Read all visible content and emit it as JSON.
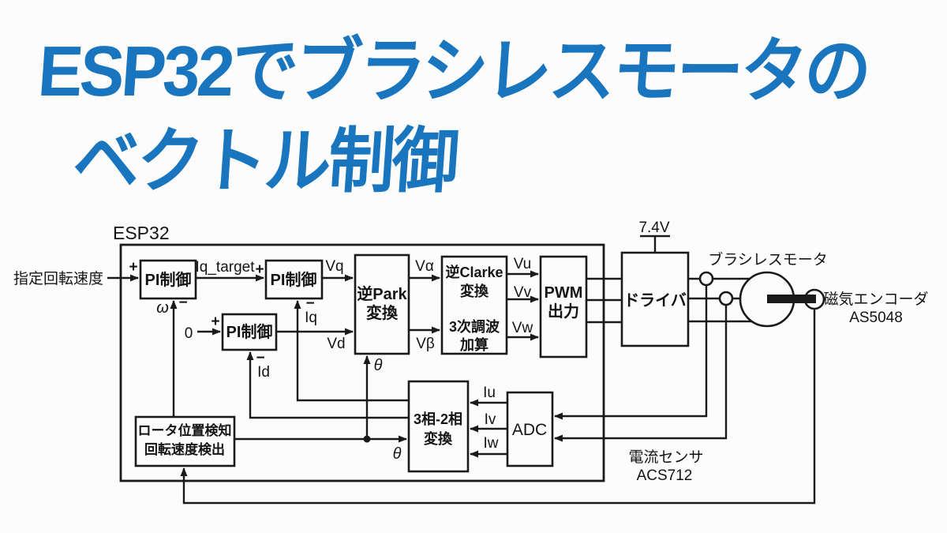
{
  "title": {
    "line1": "ESP32でブラシレスモータの",
    "line2": "ベクトル制御",
    "color": "#1976be"
  },
  "diagram": {
    "esp32_label": "ESP32",
    "input_label": "指定回転速度",
    "blocks": {
      "pi": "PI制御",
      "inv_park_l1": "逆Park",
      "inv_park_l2": "変換",
      "inv_clarke_l1": "逆Clarke",
      "inv_clarke_l2": "変換",
      "inv_clarke_l3": "3次調波",
      "inv_clarke_l4": "加算",
      "pwm_l1": "PWM",
      "pwm_l2": "出力",
      "three_two_l1": "3相-2相",
      "three_two_l2": "変換",
      "adc": "ADC",
      "rotor_l1": "ロータ位置検知",
      "rotor_l2": "回転速度検出",
      "driver": "ドライバ"
    },
    "signals": {
      "iq_target": "Iq_target",
      "vq": "Vq",
      "vd": "Vd",
      "valpha": "Vα",
      "vbeta": "Vβ",
      "vu": "Vu",
      "vv": "Vv",
      "vw": "Vw",
      "iu": "Iu",
      "iv": "Iv",
      "iw": "Iw",
      "iq": "Iq",
      "id": "Id",
      "omega": "ω",
      "theta": "θ",
      "zero": "0",
      "plus": "+",
      "minus": "−"
    },
    "annotations": {
      "supply": "7.4V",
      "motor": "ブラシレスモータ",
      "encoder_l1": "磁気エンコーダ",
      "encoder_l2": "AS5048",
      "current_sensor_l1": "電流センサ",
      "current_sensor_l2": "ACS712"
    },
    "colors": {
      "line": "#1a1a1a",
      "background": "#fcfcfc"
    }
  }
}
